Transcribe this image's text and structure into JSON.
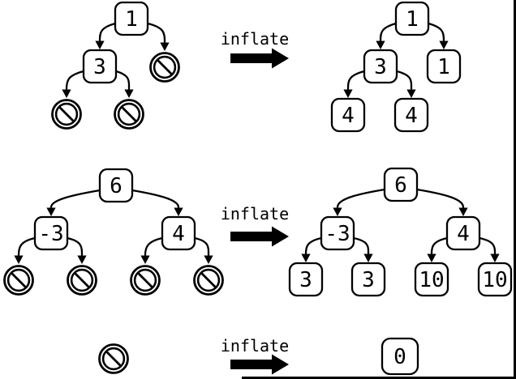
{
  "background_color": "#ffffff",
  "ink_color": "#000000",
  "icons": {
    "null_node": "prohibited-sign-icon",
    "transform_arrow": "thick-right-arrow"
  },
  "rows": [
    {
      "operation": "inflate",
      "before": {
        "root": "1",
        "left": "3",
        "right": null,
        "left_left": null,
        "left_right": null
      },
      "after": {
        "root": "1",
        "left": "3",
        "right": "1",
        "left_left": "4",
        "left_right": "4"
      }
    },
    {
      "operation": "inflate",
      "before": {
        "root": "6",
        "left": "-3",
        "right": "4",
        "left_left": null,
        "left_right": null,
        "right_left": null,
        "right_right": null
      },
      "after": {
        "root": "6",
        "left": "-3",
        "right": "4",
        "left_left": "3",
        "left_right": "3",
        "right_left": "10",
        "right_right": "10"
      }
    },
    {
      "operation": "inflate",
      "before": {
        "root": null
      },
      "after": {
        "root": "0"
      }
    }
  ]
}
